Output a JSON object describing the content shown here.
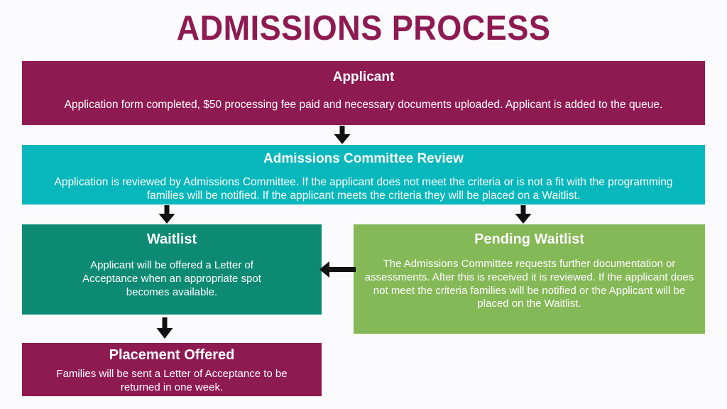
{
  "page": {
    "title": "ADMISSIONS PROCESS",
    "background_color": "#fbfbfd",
    "title_color": "#8e1a52"
  },
  "palette": {
    "maroon": "#8e1a52",
    "cyan": "#06b7bb",
    "dark_teal": "#0d8a74",
    "green": "#85b857",
    "arrow": "#111111",
    "text_on_fill": "#ffffff"
  },
  "flow": {
    "nodes": [
      {
        "id": "applicant",
        "title": "Applicant",
        "body": "Application form completed, $50 processing fee paid and necessary documents uploaded. Applicant is added to the queue.",
        "color": "#8e1a52"
      },
      {
        "id": "review",
        "title": "Admissions Committee Review",
        "body": "Application is reviewed by Admissions Committee. If the applicant does not meet the criteria or is not a fit with the programming families will be notified. If the applicant meets the criteria they will be placed on a Waitlist.",
        "color": "#06b7bb"
      },
      {
        "id": "waitlist",
        "title": "Waitlist",
        "body": "Applicant will be offered a Letter of Acceptance when an appropriate spot becomes available.",
        "color": "#0d8a74"
      },
      {
        "id": "pending",
        "title": "Pending Waitlist",
        "body": "The Admissions Committee requests further documentation or assessments. After this is received it is reviewed. If the applicant does not meet the criteria families will be notified or the Applicant will be placed on the Waitlist.",
        "color": "#85b857"
      },
      {
        "id": "placement",
        "title": "Placement Offered",
        "body": "Families will be sent a Letter of Acceptance to be returned in one week.",
        "color": "#8e1a52"
      }
    ],
    "connectors": [
      {
        "id": "applicant-to-review",
        "direction": "down",
        "from": "applicant",
        "to": "review"
      },
      {
        "id": "review-to-waitlist",
        "direction": "down",
        "from": "review",
        "to": "waitlist"
      },
      {
        "id": "review-to-pending",
        "direction": "down",
        "from": "review",
        "to": "pending"
      },
      {
        "id": "pending-to-waitlist",
        "direction": "left",
        "from": "pending",
        "to": "waitlist"
      },
      {
        "id": "waitlist-to-placement",
        "direction": "down",
        "from": "waitlist",
        "to": "placement"
      }
    ]
  }
}
